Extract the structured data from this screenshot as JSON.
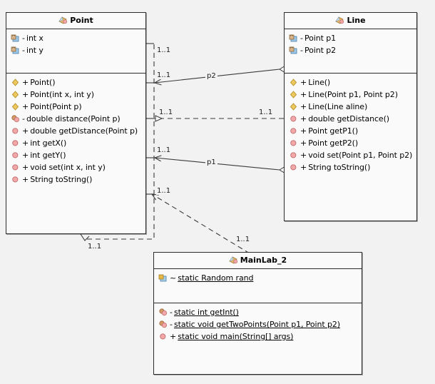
{
  "diagram": {
    "type": "uml-class-diagram",
    "background_color": "#f2f2f2",
    "box_fill_color": "#fafafa",
    "border_color": "#2b2b2b"
  },
  "classes": [
    {
      "name": "Point",
      "icon": "class-icon",
      "fields": [
        {
          "icon": "private-field-icon",
          "visibility": "-",
          "signature": "int x",
          "static": false
        },
        {
          "icon": "private-field-icon",
          "visibility": "-",
          "signature": "int y",
          "static": false
        }
      ],
      "methods": [
        {
          "icon": "constructor-icon",
          "visibility": "+",
          "signature": "Point()",
          "static": false
        },
        {
          "icon": "constructor-icon",
          "visibility": "+",
          "signature": "Point(int x, int y)",
          "static": false
        },
        {
          "icon": "constructor-icon",
          "visibility": "+",
          "signature": "Point(Point p)",
          "static": false
        },
        {
          "icon": "private-method-icon",
          "visibility": "-",
          "signature": "double distance(Point p)",
          "static": false
        },
        {
          "icon": "public-method-icon",
          "visibility": "+",
          "signature": "double getDistance(Point p)",
          "static": false
        },
        {
          "icon": "public-method-icon",
          "visibility": "+",
          "signature": "int getX()",
          "static": false
        },
        {
          "icon": "public-method-icon",
          "visibility": "+",
          "signature": "int getY()",
          "static": false
        },
        {
          "icon": "public-method-icon",
          "visibility": "+",
          "signature": "void set(int x, int y)",
          "static": false
        },
        {
          "icon": "public-method-icon",
          "visibility": "+",
          "signature": "String toString()",
          "static": false
        }
      ]
    },
    {
      "name": "Line",
      "icon": "class-icon",
      "fields": [
        {
          "icon": "private-field-icon",
          "visibility": "-",
          "signature": "Point p1",
          "static": false
        },
        {
          "icon": "private-field-icon",
          "visibility": "-",
          "signature": "Point p2",
          "static": false
        }
      ],
      "methods": [
        {
          "icon": "constructor-icon",
          "visibility": "+",
          "signature": "Line()",
          "static": false
        },
        {
          "icon": "constructor-icon",
          "visibility": "+",
          "signature": "Line(Point p1, Point p2)",
          "static": false
        },
        {
          "icon": "constructor-icon",
          "visibility": "+",
          "signature": "Line(Line aline)",
          "static": false
        },
        {
          "icon": "public-method-icon",
          "visibility": "+",
          "signature": "double getDistance()",
          "static": false
        },
        {
          "icon": "public-method-icon",
          "visibility": "+",
          "signature": "Point getP1()",
          "static": false
        },
        {
          "icon": "public-method-icon",
          "visibility": "+",
          "signature": "Point getP2()",
          "static": false
        },
        {
          "icon": "public-method-icon",
          "visibility": "+",
          "signature": "void set(Point p1, Point p2)",
          "static": false
        },
        {
          "icon": "public-method-icon",
          "visibility": "+",
          "signature": "String toString()",
          "static": false
        }
      ]
    },
    {
      "name": "MainLab_2",
      "icon": "class-icon",
      "fields": [
        {
          "icon": "package-field-icon",
          "visibility": "~",
          "signature": "static Random rand",
          "static": true
        }
      ],
      "methods": [
        {
          "icon": "private-method-icon",
          "visibility": "-",
          "signature": "static int getInt()",
          "static": true
        },
        {
          "icon": "private-method-icon",
          "visibility": "-",
          "signature": "static void getTwoPoints(Point p1, Point p2)",
          "static": true
        },
        {
          "icon": "public-method-icon",
          "visibility": "+",
          "signature": "static void main(String[] args)",
          "static": true
        }
      ]
    }
  ],
  "relationships": [
    {
      "id": "assoc-p2",
      "kind": "aggregation",
      "from": "Line",
      "to": "Point",
      "role_label": "p2",
      "source_multiplicity": "1..1",
      "target_multiplicity": "1..1"
    },
    {
      "id": "assoc-p1",
      "kind": "aggregation",
      "from": "Line",
      "to": "Point",
      "role_label": "p1",
      "source_multiplicity": "1..1",
      "target_multiplicity": "1..1"
    },
    {
      "id": "dep-line-point",
      "kind": "dependency",
      "from": "Line",
      "to": "Point",
      "role_label": "",
      "source_multiplicity": "1..1",
      "target_multiplicity": "1..1"
    },
    {
      "id": "dep-main-point",
      "kind": "dependency",
      "from": "MainLab_2",
      "to": "Point",
      "role_label": "",
      "source_multiplicity": "1..1",
      "target_multiplicity": "1..1"
    },
    {
      "id": "dep-main-point-2",
      "kind": "dependency",
      "from": "MainLab_2",
      "to": "Point",
      "role_label": "",
      "source_multiplicity": "1..1",
      "target_multiplicity": "1..1"
    }
  ],
  "labels": {
    "m_point_top": "1..1",
    "m_point_p2": "1..1",
    "m_point_dep": "1..1",
    "m_line_dep": "1..1",
    "m_point_p1": "1..1",
    "m_point_main": "1..1",
    "m_main_diag": "1..1",
    "m_point_bottom": "1..1",
    "role_p2": "p2",
    "role_p1": "p1"
  }
}
